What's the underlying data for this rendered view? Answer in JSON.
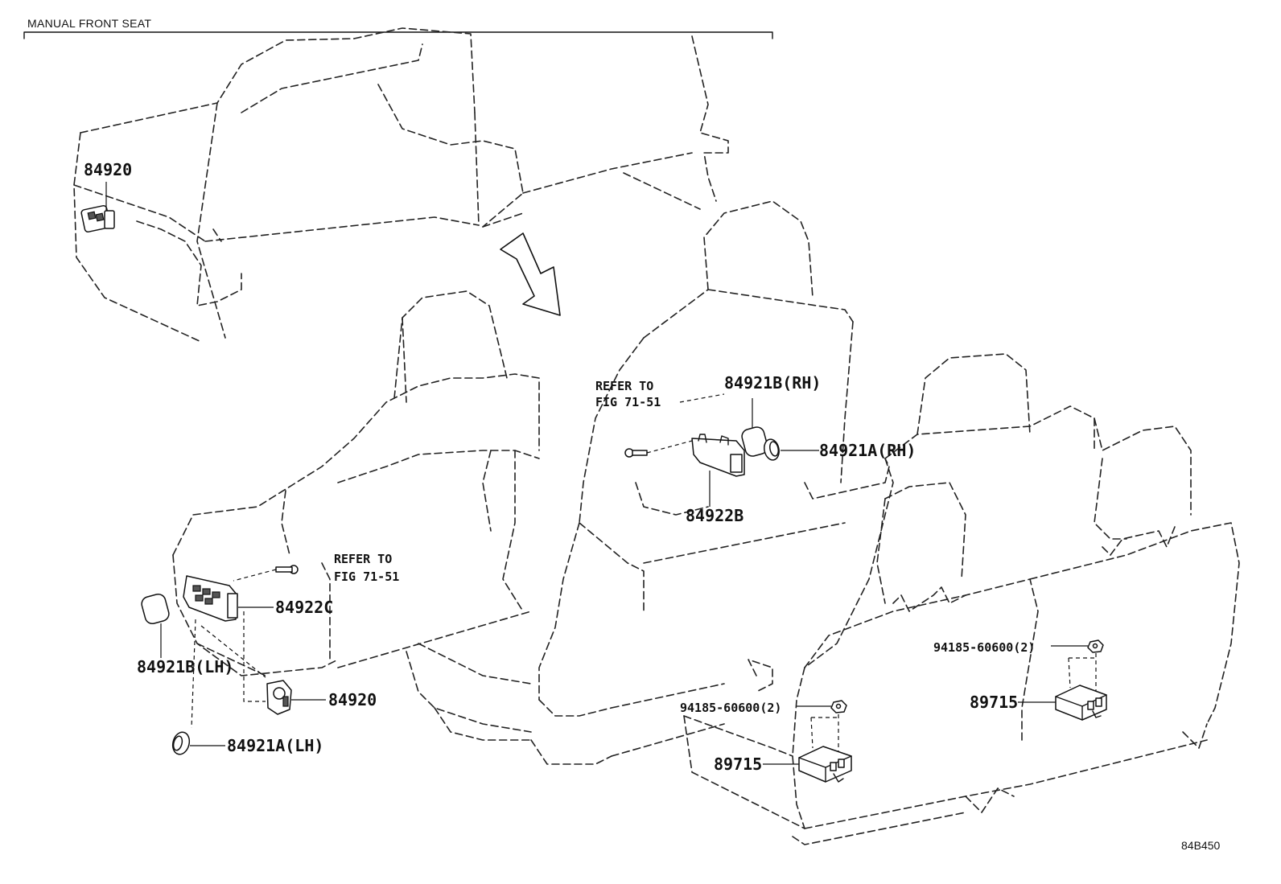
{
  "header": {
    "title": "MANUAL FRONT SEAT"
  },
  "labels": {
    "p84920_top": "84920",
    "refer_upper_1": "REFER TO",
    "refer_upper_2": "FIG 71-51",
    "p84921B_RH": "84921B(RH)",
    "p84921A_RH": "84921A(RH)",
    "p84922B": "84922B",
    "refer_lower_1": "REFER TO",
    "refer_lower_2": "FIG 71-51",
    "p84922C": "84922C",
    "p84921B_LH": "84921B(LH)",
    "p84920_low": "84920",
    "p84921A_LH": "84921A(LH)",
    "p94185_upper": "94185-60600(2)",
    "p89715_upper": "89715",
    "p94185_lower": "94185-60600(2)",
    "p89715_lower": "89715"
  },
  "diagram_code": "84B450"
}
